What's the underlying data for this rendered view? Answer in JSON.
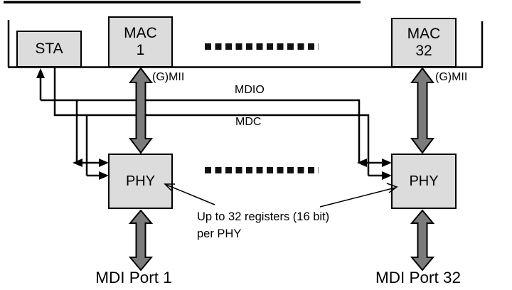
{
  "diagram": {
    "boxes": {
      "sta": {
        "label": "STA"
      },
      "mac1": {
        "line1": "MAC",
        "line2": "1"
      },
      "mac32": {
        "line1": "MAC",
        "line2": "32"
      },
      "phy1": {
        "label": "PHY"
      },
      "phy32": {
        "label": "PHY"
      }
    },
    "labels": {
      "gmii_left": "(G)MII",
      "gmii_right": "(G)MII",
      "mdio": "MDIO",
      "mdc": "MDC"
    },
    "ports": {
      "left": "MDI Port 1",
      "right": "MDI Port 32"
    },
    "annotation": {
      "line1": "Up to 32 registers (16 bit)",
      "line2": "per PHY"
    },
    "colors": {
      "box_fill": "#dcdcdc",
      "arrow_fill": "#7b7b7b",
      "line": "#000000",
      "background": "#ffffff"
    }
  }
}
